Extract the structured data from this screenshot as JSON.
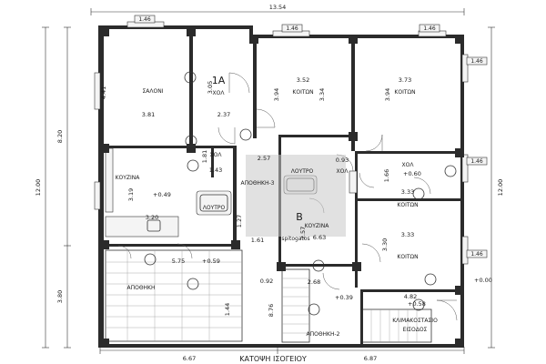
{
  "drawing": {
    "title": "ΚΑΤΟΨΗ ΙΣΟΓΕΙΟΥ",
    "overall": {
      "top_width": "13.54",
      "left_height": "12.00",
      "right_height": "12.00",
      "left_upper": "8.20",
      "left_lower": "3.80",
      "bottom_left": "6.67",
      "bottom_right": "6.87"
    },
    "apartments": {
      "a": "1A",
      "b": "B"
    },
    "rooms": {
      "saloni": "ΣΑΛΟΝΙ",
      "xol_1a": "ΧΟΛ",
      "koiton_1": "ΚΟΙΤΩΝ",
      "koiton_2": "ΚΟΙΤΩΝ",
      "xol_mid": "ΧΟΛ",
      "kouzina_1a": "ΚΟΥΖΙΝΑ",
      "apothiki_3": "ΑΠΟΘΗΚΗ-3",
      "loutro_1": "ΛΟΥΤΡΟ",
      "loutro_2": "ΛΟΥΤΡΟ",
      "xol_b": "ΧΟΛ",
      "xol_right": "ΧΟΛ",
      "kouzina_b": "ΚΟΥΖΙΝΑ",
      "koiton_3": "ΚΟΙΤΩΝ",
      "koiton_4": "ΚΟΙΤΩΝ",
      "apothiki_left": "ΑΠΟΘΗΚΗ",
      "apothiki_2": "ΑΠΟΘΗΚΗ-2",
      "klimakostasio": "ΚΛΙΜΑΚΟΣΤΑΣΙΟ",
      "eisodos": "ΕΙΣΟΔΟΣ"
    },
    "dims": {
      "saloni_h": "4.41",
      "saloni_w": "3.81",
      "xol_1a_h": "3.05",
      "xol_1a_w": "2.37",
      "koiton1_w": "3.52",
      "koiton1_h1": "3.94",
      "koiton1_h2": "3.34",
      "koiton2_w": "3.73",
      "koiton2_h": "3.94",
      "kouzina_h": "3.19",
      "kouzina_w": "3.20",
      "d_143": "1.43",
      "d_181": "1.81",
      "d_161": "1.61",
      "d_093": "0.93",
      "d_166": "1.66",
      "d_333": "3.33",
      "d_333b": "3.33",
      "d_330": "3.30",
      "d_257": "2.57",
      "d_575": "5.75",
      "d_663": "6.63",
      "d_092": "0.92",
      "d_268": "2.68",
      "d_876": "8.76",
      "d_482": "4.82",
      "d_144": "1.44",
      "d_127": "1.27",
      "d_257v": "2.57"
    },
    "levels": {
      "kouzina": "+0.49",
      "corridor": "+0.59",
      "xol_right": "+0.60",
      "entrance": "+0.00",
      "lobby": "+0.39",
      "eisodos": "+0.58"
    },
    "stamps": [
      "1.46",
      "1.46",
      "1.46",
      "1.46",
      "1.46",
      "1.46"
    ],
    "watermark": "spitogatos"
  }
}
